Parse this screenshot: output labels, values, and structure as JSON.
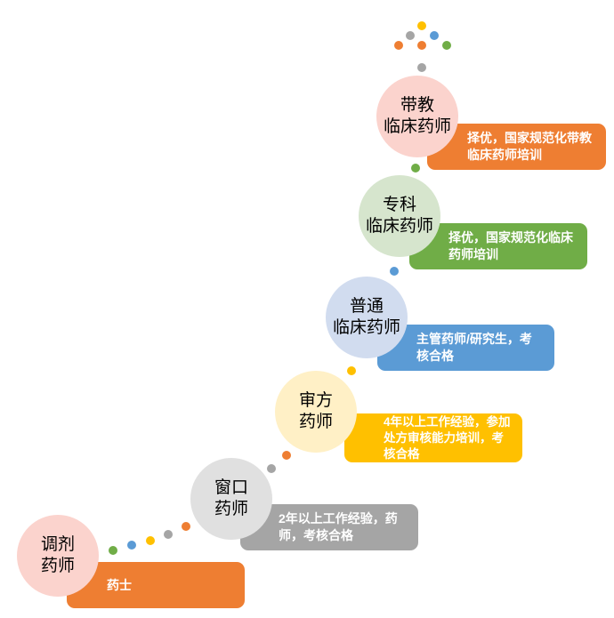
{
  "stages": [
    {
      "id": "s1",
      "title": [
        "调剂",
        "药师"
      ],
      "desc": "药士",
      "circle_color": "#fbd3cd",
      "box_color": "#ee7e32"
    },
    {
      "id": "s2",
      "title": [
        "窗口",
        "药师"
      ],
      "desc": "2年以上工作经验，药师，考核合格",
      "circle_color": "#e0e0e0",
      "box_color": "#a5a5a5"
    },
    {
      "id": "s3",
      "title": [
        "审方",
        "药师"
      ],
      "desc": "4年以上工作经验，参加处方审核能力培训，考核合格",
      "circle_color": "#fff0c6",
      "box_color": "#ffc000"
    },
    {
      "id": "s4",
      "title": [
        "普通",
        "临床药师"
      ],
      "desc": "主管药师/研究生，考核合格",
      "circle_color": "#d1dcef",
      "box_color": "#5b9bd5"
    },
    {
      "id": "s5",
      "title": [
        "专科",
        "临床药师"
      ],
      "desc": "择优，国家规范化临床药师培训",
      "circle_color": "#d6e5cd",
      "box_color": "#70ad47"
    },
    {
      "id": "s6",
      "title": [
        "带教",
        "临床药师"
      ],
      "desc": "择优，国家规范化带教临床药师培训",
      "circle_color": "#fbd3cd",
      "box_color": "#ee7e32"
    }
  ],
  "dot_colors": {
    "green": "#70ad47",
    "blue": "#5b9bd5",
    "yellow": "#ffc000",
    "gray": "#a5a5a5",
    "orange": "#ee7e32"
  }
}
